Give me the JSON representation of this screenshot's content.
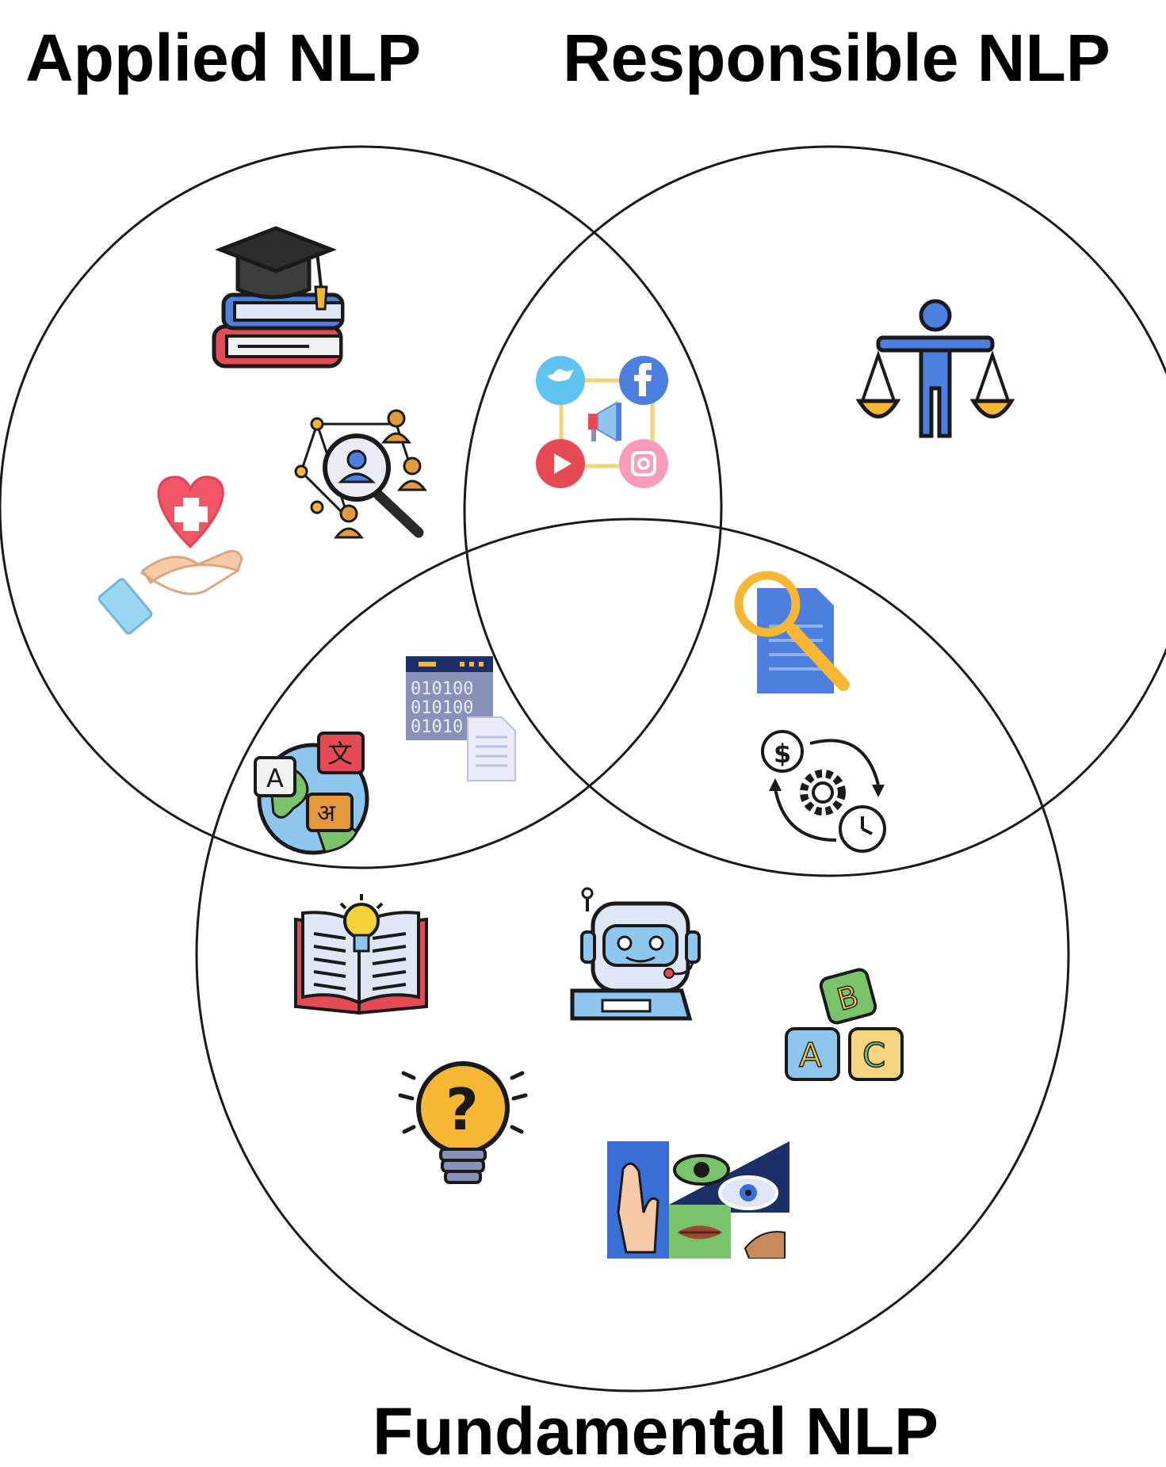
{
  "titles": {
    "applied": "Applied NLP",
    "responsible": "Responsible NLP",
    "fundamental": "Fundamental NLP"
  },
  "icons": {
    "applied_only": [
      "graduation-cap-books-icon",
      "healthcare-hand-heart-icon",
      "people-network-search-icon"
    ],
    "applied_responsible": [
      "social-media-icon"
    ],
    "responsible_only": [
      "justice-scales-icon"
    ],
    "applied_fundamental": [
      "multilingual-globe-icon"
    ],
    "all_three": [
      "binary-data-document-icon"
    ],
    "responsible_fundamental": [
      "document-search-icon",
      "cost-time-settings-icon"
    ],
    "fundamental_only": [
      "knowledge-book-icon",
      "chatbot-robot-icon",
      "abc-blocks-icon",
      "question-bulb-icon",
      "multimodal-senses-icon"
    ]
  },
  "icon_text": {
    "binary": [
      "010100",
      "010100",
      "01010"
    ],
    "translate": [
      "A",
      "文",
      "अ"
    ],
    "abc": [
      "A",
      "B",
      "C"
    ],
    "question": "?",
    "dollar": "$"
  },
  "colors": {
    "outline": "#1a1a1a",
    "red": "#e64a55",
    "blue": "#4d7fe0",
    "light_blue": "#8fc6ef",
    "yellow": "#f7b733",
    "peach": "#f7c9a6",
    "grey_blue": "#8892b8",
    "green": "#79c36b",
    "dark_navy": "#1c2f66"
  }
}
